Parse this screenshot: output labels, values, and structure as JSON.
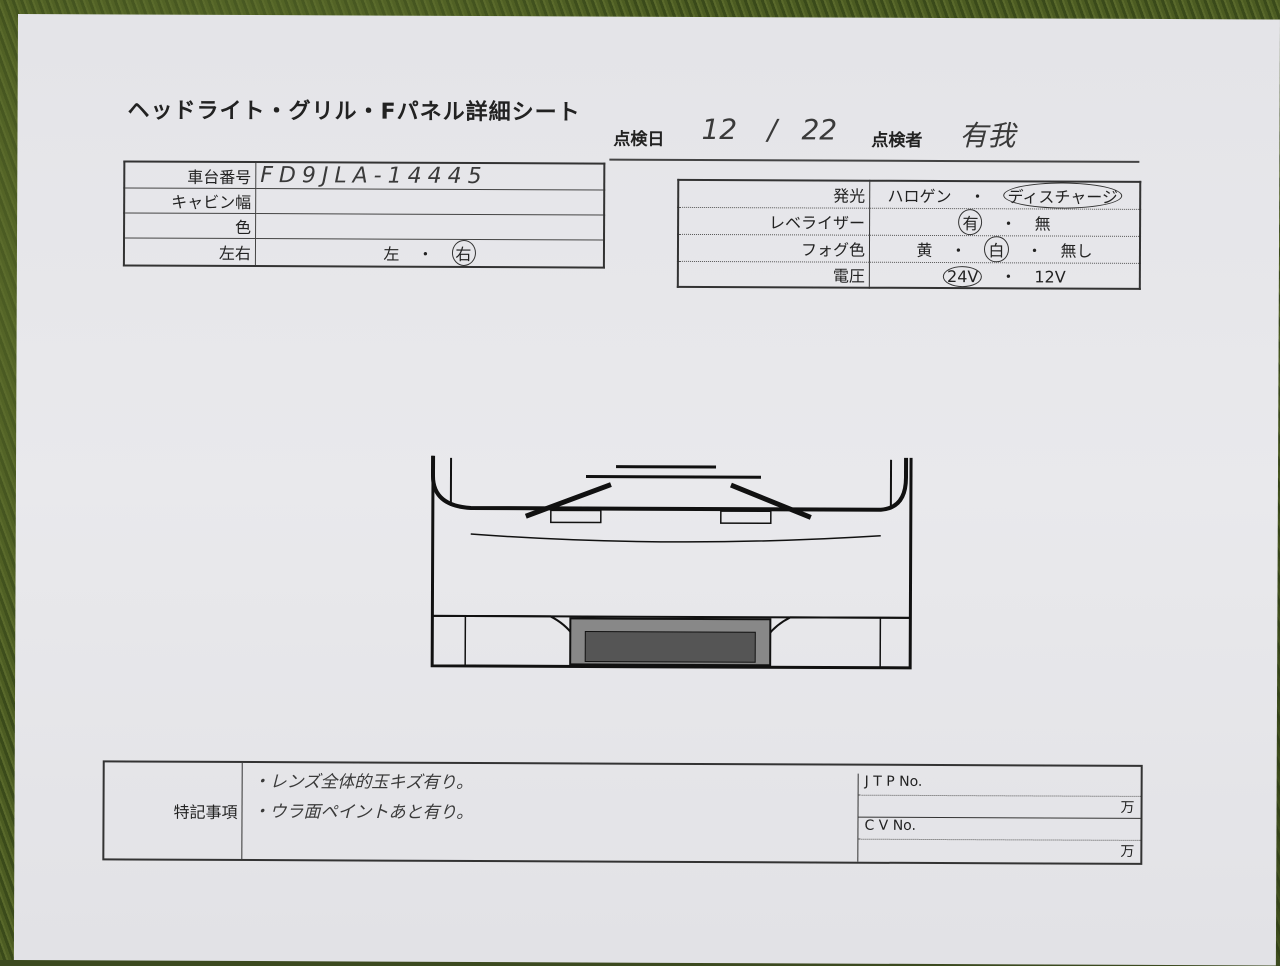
{
  "title": "ヘッドライト・グリル・Fパネル詳細シート",
  "header": {
    "date_label": "点検日",
    "date_month": "12",
    "date_sep": "/",
    "date_day": "22",
    "inspector_label": "点検者",
    "inspector": "有我"
  },
  "vehicle": {
    "rows": [
      {
        "label": "車台番号",
        "value": "FD9JLA-14445"
      },
      {
        "label": "キャビン幅",
        "value": ""
      },
      {
        "label": "色",
        "value": ""
      },
      {
        "label": "左右",
        "options": [
          "左",
          "右"
        ],
        "selected": "右"
      }
    ]
  },
  "specs": {
    "rows": [
      {
        "label": "発光",
        "options": [
          "ハロゲン",
          "ディスチャージ"
        ],
        "selected": "ディスチャージ"
      },
      {
        "label": "レベライザー",
        "options": [
          "有",
          "無"
        ],
        "selected": "有"
      },
      {
        "label": "フォグ色",
        "options": [
          "黄",
          "白",
          "無し"
        ],
        "selected": "白"
      },
      {
        "label": "電圧",
        "options": [
          "24V",
          "12V"
        ],
        "selected": "24V"
      }
    ]
  },
  "notes": {
    "label": "特記事項",
    "lines": [
      "・レンズ全体的玉キズ有り。",
      "・ウラ面ペイントあと有り。"
    ],
    "jtp_label": "J T P No.",
    "jtp_unit": "万",
    "cv_label": "C V No.",
    "cv_unit": "万"
  }
}
